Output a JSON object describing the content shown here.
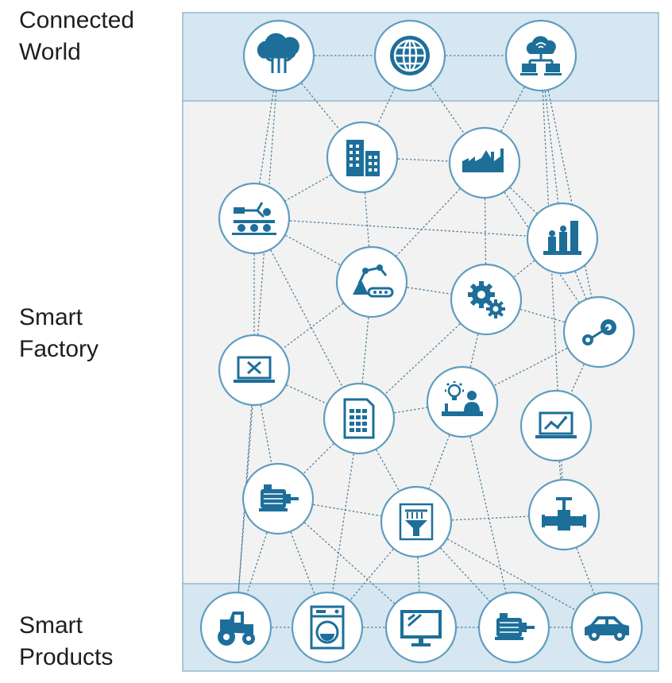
{
  "layers": {
    "connected_world": "Connected\nWorld",
    "smart_factory": "Smart\nFactory",
    "smart_products": "Smart\nProducts"
  },
  "colors": {
    "band_top": "#d6e7f1",
    "band_middle": "#f2f2f2",
    "band_border": "#8fb8cf",
    "icon": "#1d6f9a",
    "node_border": "#5f9dc0",
    "edge": "#4f7f9b"
  },
  "nodes": [
    {
      "id": "cloud",
      "icon": "cloud-circuit-icon",
      "layer": "connected_world"
    },
    {
      "id": "globe",
      "icon": "globe-icon",
      "layer": "connected_world"
    },
    {
      "id": "network",
      "icon": "cloud-network-computers-icon",
      "layer": "connected_world"
    },
    {
      "id": "buildings",
      "icon": "office-buildings-icon",
      "layer": "smart_factory"
    },
    {
      "id": "factory",
      "icon": "factory-skyline-icon",
      "layer": "smart_factory"
    },
    {
      "id": "robot_cart",
      "icon": "robot-arm-cart-icon",
      "layer": "smart_factory"
    },
    {
      "id": "refinery",
      "icon": "refinery-icon",
      "layer": "smart_factory"
    },
    {
      "id": "assembly",
      "icon": "robot-assembly-line-icon",
      "layer": "smart_factory"
    },
    {
      "id": "gears",
      "icon": "gears-icon",
      "layer": "smart_factory"
    },
    {
      "id": "pump",
      "icon": "steam-pump-icon",
      "layer": "smart_factory"
    },
    {
      "id": "laptop_tools",
      "icon": "laptop-tools-icon",
      "layer": "smart_factory"
    },
    {
      "id": "document",
      "icon": "spreadsheet-document-icon",
      "layer": "smart_factory"
    },
    {
      "id": "idea_worker",
      "icon": "idea-worker-icon",
      "layer": "smart_factory"
    },
    {
      "id": "laptop_chart",
      "icon": "laptop-chart-icon",
      "layer": "smart_factory"
    },
    {
      "id": "motor",
      "icon": "electric-motor-icon",
      "layer": "smart_factory"
    },
    {
      "id": "filter",
      "icon": "filter-station-icon",
      "layer": "smart_factory"
    },
    {
      "id": "valve",
      "icon": "pipe-valve-icon",
      "layer": "smart_factory"
    },
    {
      "id": "tractor",
      "icon": "tractor-icon",
      "layer": "smart_products"
    },
    {
      "id": "washer",
      "icon": "washing-machine-icon",
      "layer": "smart_products"
    },
    {
      "id": "monitor",
      "icon": "monitor-icon",
      "layer": "smart_products"
    },
    {
      "id": "motor2",
      "icon": "electric-motor-icon",
      "layer": "smart_products"
    },
    {
      "id": "car",
      "icon": "car-icon",
      "layer": "smart_products"
    }
  ],
  "edges": [
    [
      "cloud",
      "globe"
    ],
    [
      "globe",
      "network"
    ],
    [
      "cloud",
      "buildings"
    ],
    [
      "globe",
      "buildings"
    ],
    [
      "globe",
      "factory"
    ],
    [
      "network",
      "factory"
    ],
    [
      "network",
      "refinery"
    ],
    [
      "network",
      "pump"
    ],
    [
      "cloud",
      "robot_cart"
    ],
    [
      "buildings",
      "factory"
    ],
    [
      "buildings",
      "robot_cart"
    ],
    [
      "buildings",
      "assembly"
    ],
    [
      "factory",
      "assembly"
    ],
    [
      "factory",
      "refinery"
    ],
    [
      "factory",
      "gears"
    ],
    [
      "robot_cart",
      "refinery"
    ],
    [
      "robot_cart",
      "assembly"
    ],
    [
      "robot_cart",
      "laptop_tools"
    ],
    [
      "robot_cart",
      "document"
    ],
    [
      "refinery",
      "gears"
    ],
    [
      "refinery",
      "pump"
    ],
    [
      "assembly",
      "gears"
    ],
    [
      "assembly",
      "laptop_tools"
    ],
    [
      "assembly",
      "document"
    ],
    [
      "gears",
      "pump"
    ],
    [
      "gears",
      "idea_worker"
    ],
    [
      "gears",
      "document"
    ],
    [
      "pump",
      "idea_worker"
    ],
    [
      "pump",
      "laptop_chart"
    ],
    [
      "laptop_tools",
      "document"
    ],
    [
      "laptop_tools",
      "motor"
    ],
    [
      "document",
      "idea_worker"
    ],
    [
      "document",
      "motor"
    ],
    [
      "document",
      "filter"
    ],
    [
      "idea_worker",
      "filter"
    ],
    [
      "idea_worker",
      "motor2"
    ],
    [
      "laptop_chart",
      "valve"
    ],
    [
      "motor",
      "filter"
    ],
    [
      "filter",
      "valve"
    ],
    [
      "motor",
      "tractor"
    ],
    [
      "motor",
      "washer"
    ],
    [
      "motor",
      "monitor"
    ],
    [
      "filter",
      "washer"
    ],
    [
      "filter",
      "monitor"
    ],
    [
      "filter",
      "motor2"
    ],
    [
      "filter",
      "car"
    ],
    [
      "valve",
      "car"
    ],
    [
      "document",
      "washer"
    ],
    [
      "tractor",
      "washer"
    ],
    [
      "washer",
      "monitor"
    ],
    [
      "monitor",
      "motor2"
    ],
    [
      "motor2",
      "car"
    ],
    [
      "laptop_tools",
      "tractor"
    ],
    [
      "cloud",
      "tractor"
    ],
    [
      "factory",
      "pump"
    ],
    [
      "network",
      "valve"
    ]
  ]
}
